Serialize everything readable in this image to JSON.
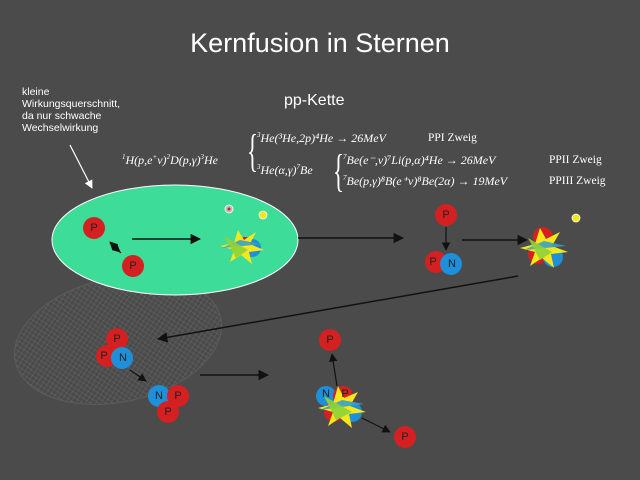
{
  "title": "Kernfusion in Sternen",
  "subtitle": "pp-Kette",
  "note": [
    "kleine",
    "Wirkungsquerschnitt,",
    "da nur schwache",
    "Wechselwirkung"
  ],
  "equations": {
    "main_pre": "H(p,e",
    "main_mid": "ν)",
    "main_d": "D(p,γ)",
    "main_he": "He",
    "ppi": "He(³He,2p)⁴He → 26MeV",
    "ppii_first": "He(α,γ)",
    "ppii_be": "Be",
    "ppii": "Be(e⁻,ν)⁷Li(p,α)⁴He → 26MeV",
    "ppiii": "Be(p,γ)⁸B(e⁺ν)⁸Be(2α) → 19MeV"
  },
  "branches": {
    "ppi": "PPI Zweig",
    "ppii": "PPII Zweig",
    "ppiii": "PPIII Zweig"
  },
  "particle_labels": {
    "proton": "P",
    "neutron": "N"
  },
  "colors": {
    "background": "#4b4b4b",
    "star_ellipse": "#3ddc98",
    "proton": "#d42020",
    "neutron": "#1e8fd8",
    "burst_yellow": "#f6e61c",
    "burst_blue": "#3aa0c8",
    "burst_green": "#8fd13a"
  }
}
